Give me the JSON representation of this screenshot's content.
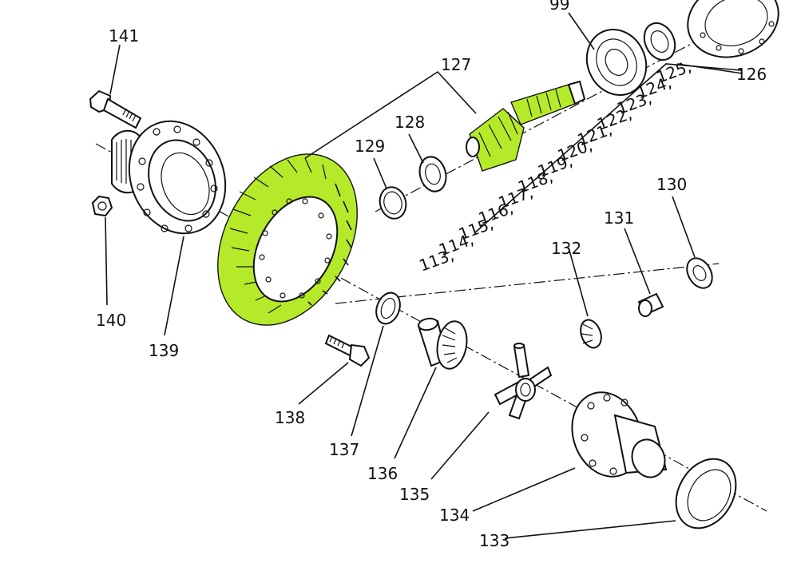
{
  "colors": {
    "highlight": "#b5ea2a",
    "ink": "#111111",
    "background": "#ffffff"
  },
  "labels": {
    "p99": "99",
    "p126": "126",
    "p127": "127",
    "p128": "128",
    "p129": "129",
    "p130": "130",
    "p131": "131",
    "p132": "132",
    "p133": "133",
    "p134": "134",
    "p135": "135",
    "p136": "136",
    "p137": "137",
    "p138": "138",
    "p139": "139",
    "p140": "140",
    "p141": "141",
    "series": [
      "113,",
      "114,",
      "115,",
      "116,",
      "117,",
      "118,",
      "119,",
      "120,",
      "121,",
      "122,",
      "123,",
      "124,",
      "125,"
    ]
  }
}
